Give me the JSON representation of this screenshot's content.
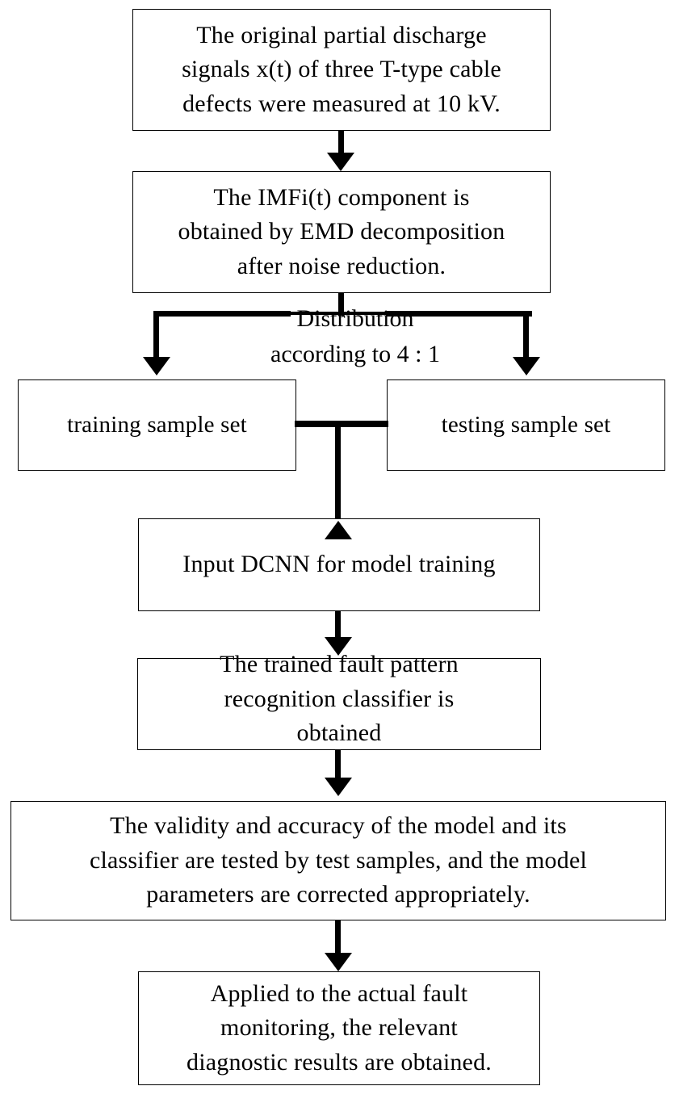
{
  "diagram": {
    "title": "Partial discharge fault diagnosis flowchart",
    "background_color": "#ffffff",
    "line_color": "#000000",
    "text_color": "#000000",
    "nodes": [
      {
        "id": "original-signals",
        "label": "The original partial discharge\nsignals x(t) of three T-type cable\ndefects were measured at 10 kV."
      },
      {
        "id": "emd-decomposition",
        "label": "The IMFi(t) component is\nobtained by EMD decomposition\nafter noise reduction."
      },
      {
        "id": "training-sample-set",
        "label": "training sample set"
      },
      {
        "id": "testing-sample-set",
        "label": "testing sample set"
      },
      {
        "id": "input-dcnn",
        "label": "Input DCNN for model training"
      },
      {
        "id": "trained-classifier",
        "label": "The trained fault pattern\nrecognition classifier is\nobtained"
      },
      {
        "id": "validity-accuracy",
        "label": "The validity and accuracy of the model and its\nclassifier are tested by test samples, and the model\nparameters are corrected appropriately."
      },
      {
        "id": "applied-monitoring",
        "label": "Applied to the actual fault\nmonitoring, the relevant\ndiagnostic results are obtained."
      }
    ],
    "edges": {
      "split_label": "Distribution\naccording to 4 : 1"
    }
  }
}
